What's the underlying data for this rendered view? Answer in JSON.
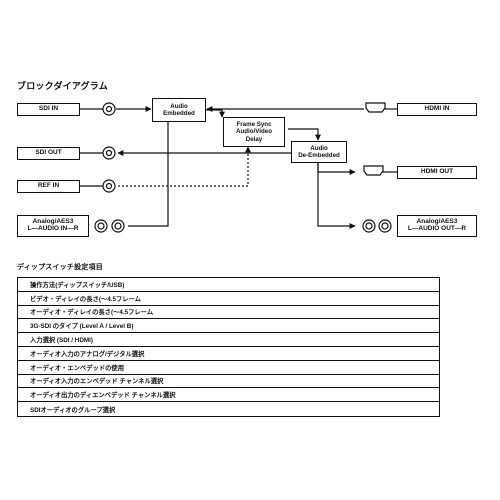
{
  "block_diagram": {
    "title": "ブロックダイアグラム",
    "left_labels": {
      "sdi_in": "SDI IN",
      "sdi_out": "SDI OUT",
      "ref_in": "REF IN",
      "analog_in_line1": "Analog/AES3",
      "analog_in_line2": "L—AUDIO IN—R"
    },
    "right_labels": {
      "hdmi_in": "HDMI IN",
      "hdmi_out": "HDMI OUT",
      "analog_out_line1": "Analog/AES3",
      "analog_out_line2": "L—AUDIO OUT—R"
    },
    "blocks": {
      "audio_embedded_line1": "Audio",
      "audio_embedded_line2": "Embedded",
      "frame_sync_line1": "Frame Sync",
      "frame_sync_line2": "Audio/Video",
      "frame_sync_line3": "Delay",
      "de_embedded_line1": "Audio",
      "de_embedded_line2": "De-Embedded"
    }
  },
  "dip_switch": {
    "title": "ディップスイッチ設定項目",
    "items": [
      "操作方法(ディップスイッチ/USB)",
      "ビデオ・ディレイの長さ(〜4.5フレーム",
      "オーディオ・ディレイの長さ(〜4.5フレーム",
      "3G-SDI のタイプ (Level A / Level B)",
      "入力選択 (SDI / HDMI)",
      "オーディオ入力のアナログ/デジタル選択",
      "オーディオ・エンベデッドの使用",
      "オーディオ入力のエンベデッド チャンネル選択",
      "オーディオ出力のディエンベデッド チャンネル選択",
      "SDIオーディオのグループ選択"
    ]
  }
}
